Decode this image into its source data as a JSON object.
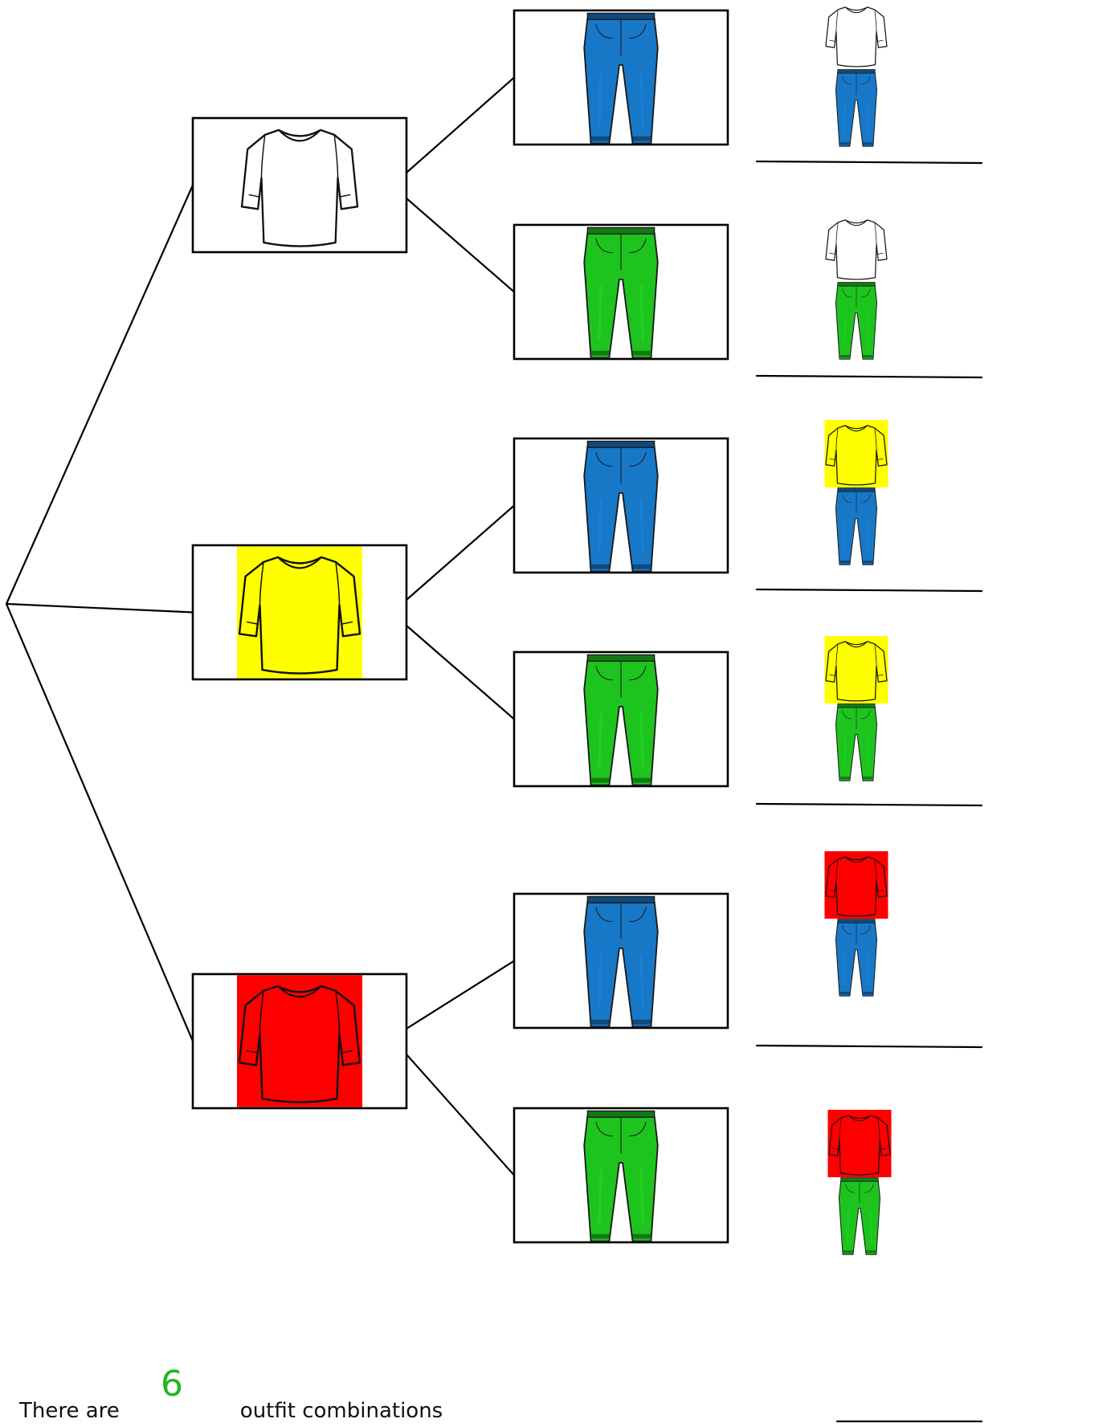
{
  "colors": {
    "white_shirt": "#ffffff",
    "yellow_shirt": "#ffff00",
    "red_shirt": "#ff0000",
    "blue_jeans": "#1878c8",
    "green_jeans": "#1ec41e",
    "answer": "#21b521"
  },
  "icons": {
    "shirt": "t-shirt-icon",
    "pants": "jeans-icon"
  },
  "tree": {
    "shirts": [
      {
        "name": "white",
        "color": "#ffffff"
      },
      {
        "name": "yellow",
        "color": "#ffff00"
      },
      {
        "name": "red",
        "color": "#ff0000"
      }
    ],
    "pants": [
      {
        "name": "blue",
        "color": "#1878c8"
      },
      {
        "name": "green",
        "color": "#1ec41e"
      }
    ],
    "outcome_count": 6
  },
  "caption": {
    "prefix": "There are",
    "answer": "6",
    "suffix": "outfit combinations"
  }
}
